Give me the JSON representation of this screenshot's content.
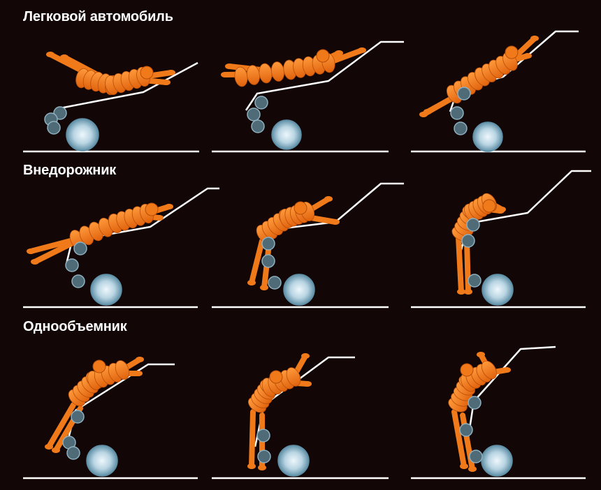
{
  "rows": [
    {
      "title": "Легковой автомобиль"
    },
    {
      "title": "Внедорожник"
    },
    {
      "title": "Однообъемник"
    }
  ],
  "colors": {
    "background": "#120606",
    "text": "#ffffff",
    "dummy": "#f07a1a",
    "dummy_shade": "#b84d08",
    "vehicle_outline": "#ffffff",
    "ground": "#ffffff",
    "wheel_center": "#eef7fc",
    "wheel_edge": "#5f8fa6",
    "marker_fill": "#4f6b78",
    "marker_edge": "#8fb0bf"
  }
}
